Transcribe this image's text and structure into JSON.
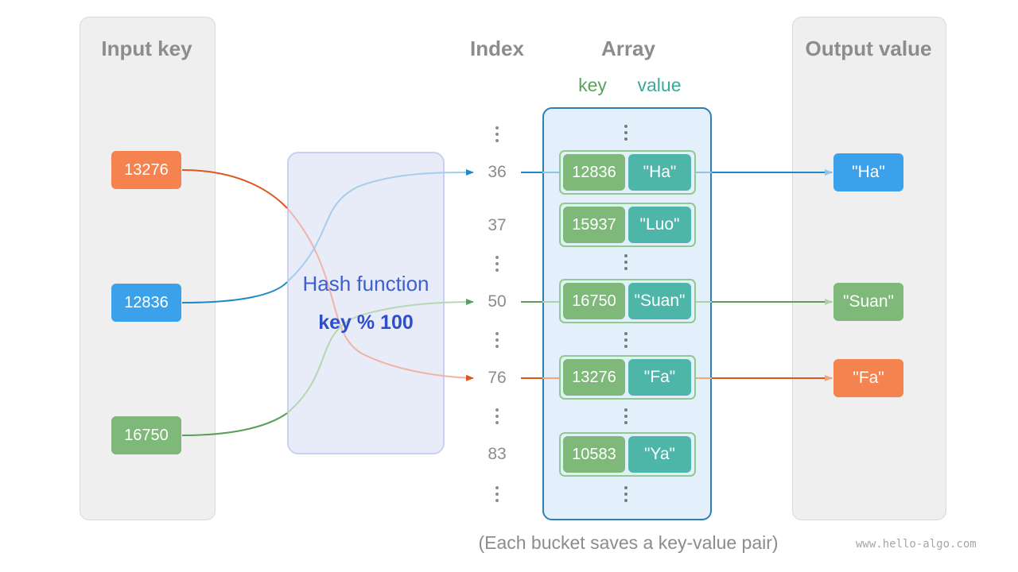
{
  "headings": {
    "input": "Input key",
    "index": "Index",
    "array": "Array",
    "output": "Output value",
    "key": "key",
    "value": "value"
  },
  "inputs": [
    {
      "key": "13276",
      "color": "#f5834f"
    },
    {
      "key": "12836",
      "color": "#3aa1ea"
    },
    {
      "key": "16750",
      "color": "#7fb97a"
    }
  ],
  "hash": {
    "title": "Hash function",
    "expr": "key % 100"
  },
  "indices": [
    "36",
    "37",
    "50",
    "76",
    "83"
  ],
  "buckets": [
    {
      "index": "36",
      "key": "12836",
      "value": "\"Ha\""
    },
    {
      "index": "37",
      "key": "15937",
      "value": "\"Luo\""
    },
    {
      "index": "50",
      "key": "16750",
      "value": "\"Suan\""
    },
    {
      "index": "76",
      "key": "13276",
      "value": "\"Fa\""
    },
    {
      "index": "83",
      "key": "10583",
      "value": "\"Ya\""
    }
  ],
  "outputs": [
    {
      "value": "\"Ha\"",
      "color": "#3aa1ea"
    },
    {
      "value": "\"Suan\"",
      "color": "#7fb97a"
    },
    {
      "value": "\"Fa\"",
      "color": "#f5834f"
    }
  ],
  "caption": "(Each bucket saves a key-value pair)",
  "watermark": "www.hello-algo.com",
  "colors": {
    "orange": "#e0551e",
    "blue": "#1f88c7",
    "green": "#5a9e5a",
    "key_green": "#5aa25a",
    "value_teal": "#3aa89a"
  }
}
